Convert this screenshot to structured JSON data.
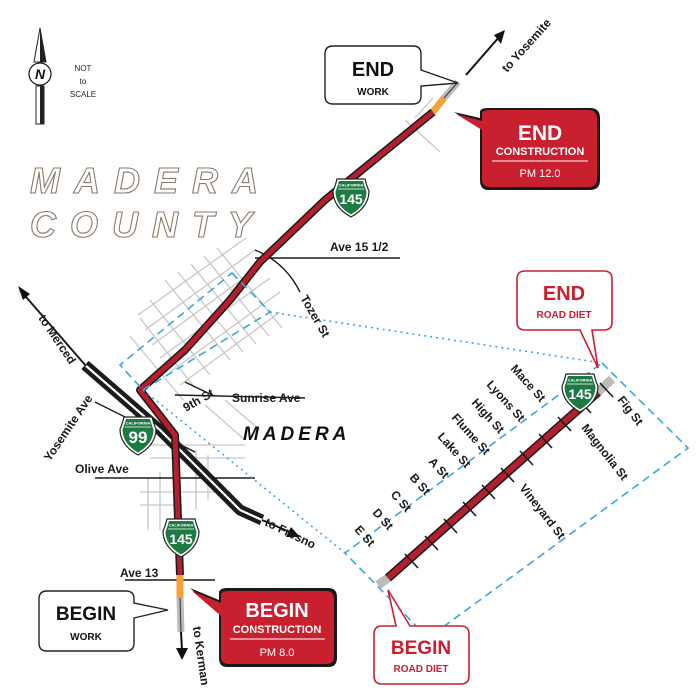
{
  "compass": {
    "letter": "N",
    "note_lines": [
      "NOT",
      "to",
      "SCALE"
    ]
  },
  "region": {
    "county_line1": "MADERA",
    "county_line2": "COUNTY",
    "city": "MADERA"
  },
  "routes": {
    "shield_top": "CALIFORNIA",
    "sr145": "145",
    "sr99": "99"
  },
  "destinations": {
    "yosemite": "to Yosemite",
    "merced": "to Merced",
    "fresno": "to Fresno",
    "kerman": "to Kerman"
  },
  "streets": {
    "ave_15_half": "Ave 15 1/2",
    "tozer": "Tozer St",
    "ninth": "9th St",
    "sunrise": "Sunrise Ave",
    "yosemite_ave": "Yosemite Ave",
    "olive": "Olive Ave",
    "ave_13": "Ave 13"
  },
  "inset_streets_left": [
    "Mace St",
    "Lyons St",
    "High St",
    "Flume St",
    "Lake St",
    "A St",
    "B St",
    "C St",
    "D St",
    "E St"
  ],
  "inset_streets_right": [
    "Fig St",
    "Magnolia St",
    "Vineyard St"
  ],
  "callouts": {
    "end_work": {
      "title": "END",
      "subtitle": "WORK"
    },
    "end_construction": {
      "title": "END",
      "subtitle": "CONSTRUCTION",
      "pm": "PM 12.0"
    },
    "begin_work": {
      "title": "BEGIN",
      "subtitle": "WORK"
    },
    "begin_construction": {
      "title": "BEGIN",
      "subtitle": "CONSTRUCTION",
      "pm": "PM 8.0"
    },
    "end_road_diet": {
      "title": "END",
      "subtitle": "ROAD DIET"
    },
    "begin_road_diet": {
      "title": "BEGIN",
      "subtitle": "ROAD DIET"
    }
  },
  "colors": {
    "route": "#b51e2e",
    "callout_red": "#c8202f",
    "work_zone": "#f4a23a",
    "inset_border": "#3aa8dc",
    "shield_green": "#1e7a43"
  }
}
